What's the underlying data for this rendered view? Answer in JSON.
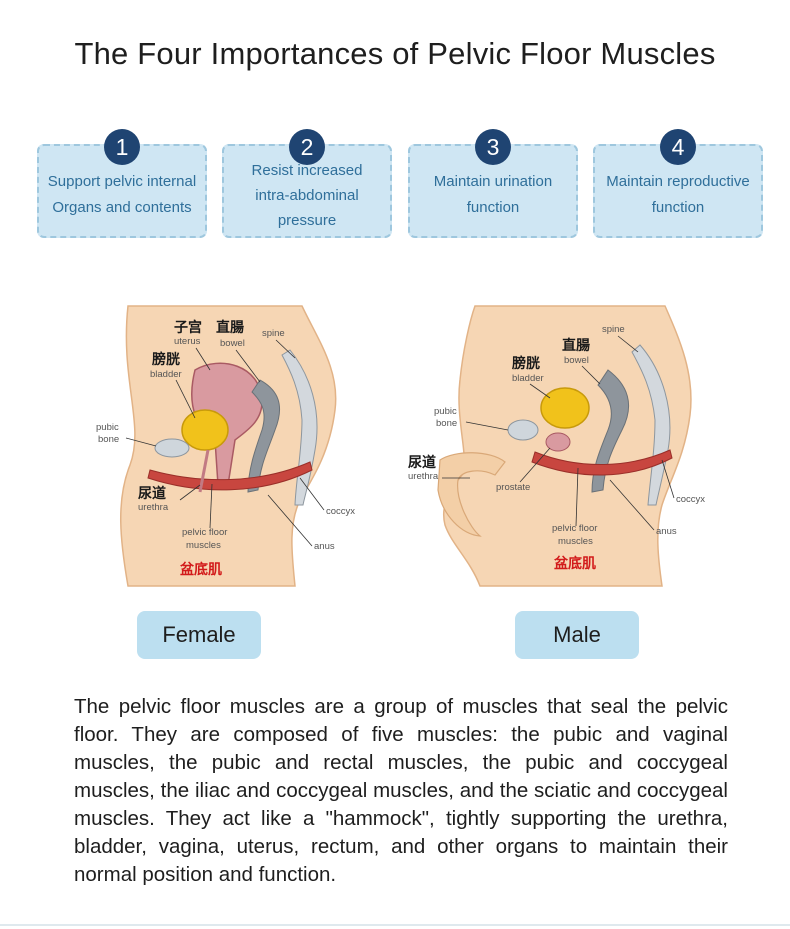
{
  "title": "The Four Importances of Pelvic Floor Muscles",
  "cards": [
    {
      "number": "1",
      "text": "Support pelvic internal Organs and contents"
    },
    {
      "number": "2",
      "text": "Resist increased intra-abdominal pressure"
    },
    {
      "number": "3",
      "text": "Maintain urination function"
    },
    {
      "number": "4",
      "text": "Maintain reproductive function"
    }
  ],
  "female": {
    "button": "Female",
    "labels": {
      "uterus_cn": "子宫",
      "uterus": "uterus",
      "bowel_cn": "直腸",
      "bowel": "bowel",
      "spine": "spine",
      "bladder_cn": "膀胱",
      "bladder": "bladder",
      "pubic": "pubic",
      "bone": "bone",
      "urethra_cn": "尿道",
      "urethra": "urethra",
      "coccyx": "coccyx",
      "pfm1": "pelvic floor",
      "pfm2": "muscles",
      "anus": "anus",
      "pfm_cn": "盆底肌"
    }
  },
  "male": {
    "button": "Male",
    "labels": {
      "spine": "spine",
      "bowel_cn": "直腸",
      "bowel": "bowel",
      "bladder_cn": "膀胱",
      "bladder": "bladder",
      "pubic": "pubic",
      "bone": "bone",
      "urethra_cn": "尿道",
      "urethra": "urethra",
      "prostate": "prostate",
      "coccyx": "coccyx",
      "pfm1": "pelvic floor",
      "pfm2": "muscles",
      "anus": "anus",
      "pfm_cn": "盆底肌"
    }
  },
  "paragraph": "The pelvic floor muscles are a group of muscles that seal the pelvic floor. They are composed of five muscles: the pubic and vaginal muscles, the pubic and rectal muscles, the pubic and coccygeal muscles, the iliac and coccygeal muscles, and the sciatic and coccygeal muscles. They act like a \"hammock\", tightly supporting the urethra, bladder, vagina, uterus, rectum, and other organs to maintain their normal position and function."
}
